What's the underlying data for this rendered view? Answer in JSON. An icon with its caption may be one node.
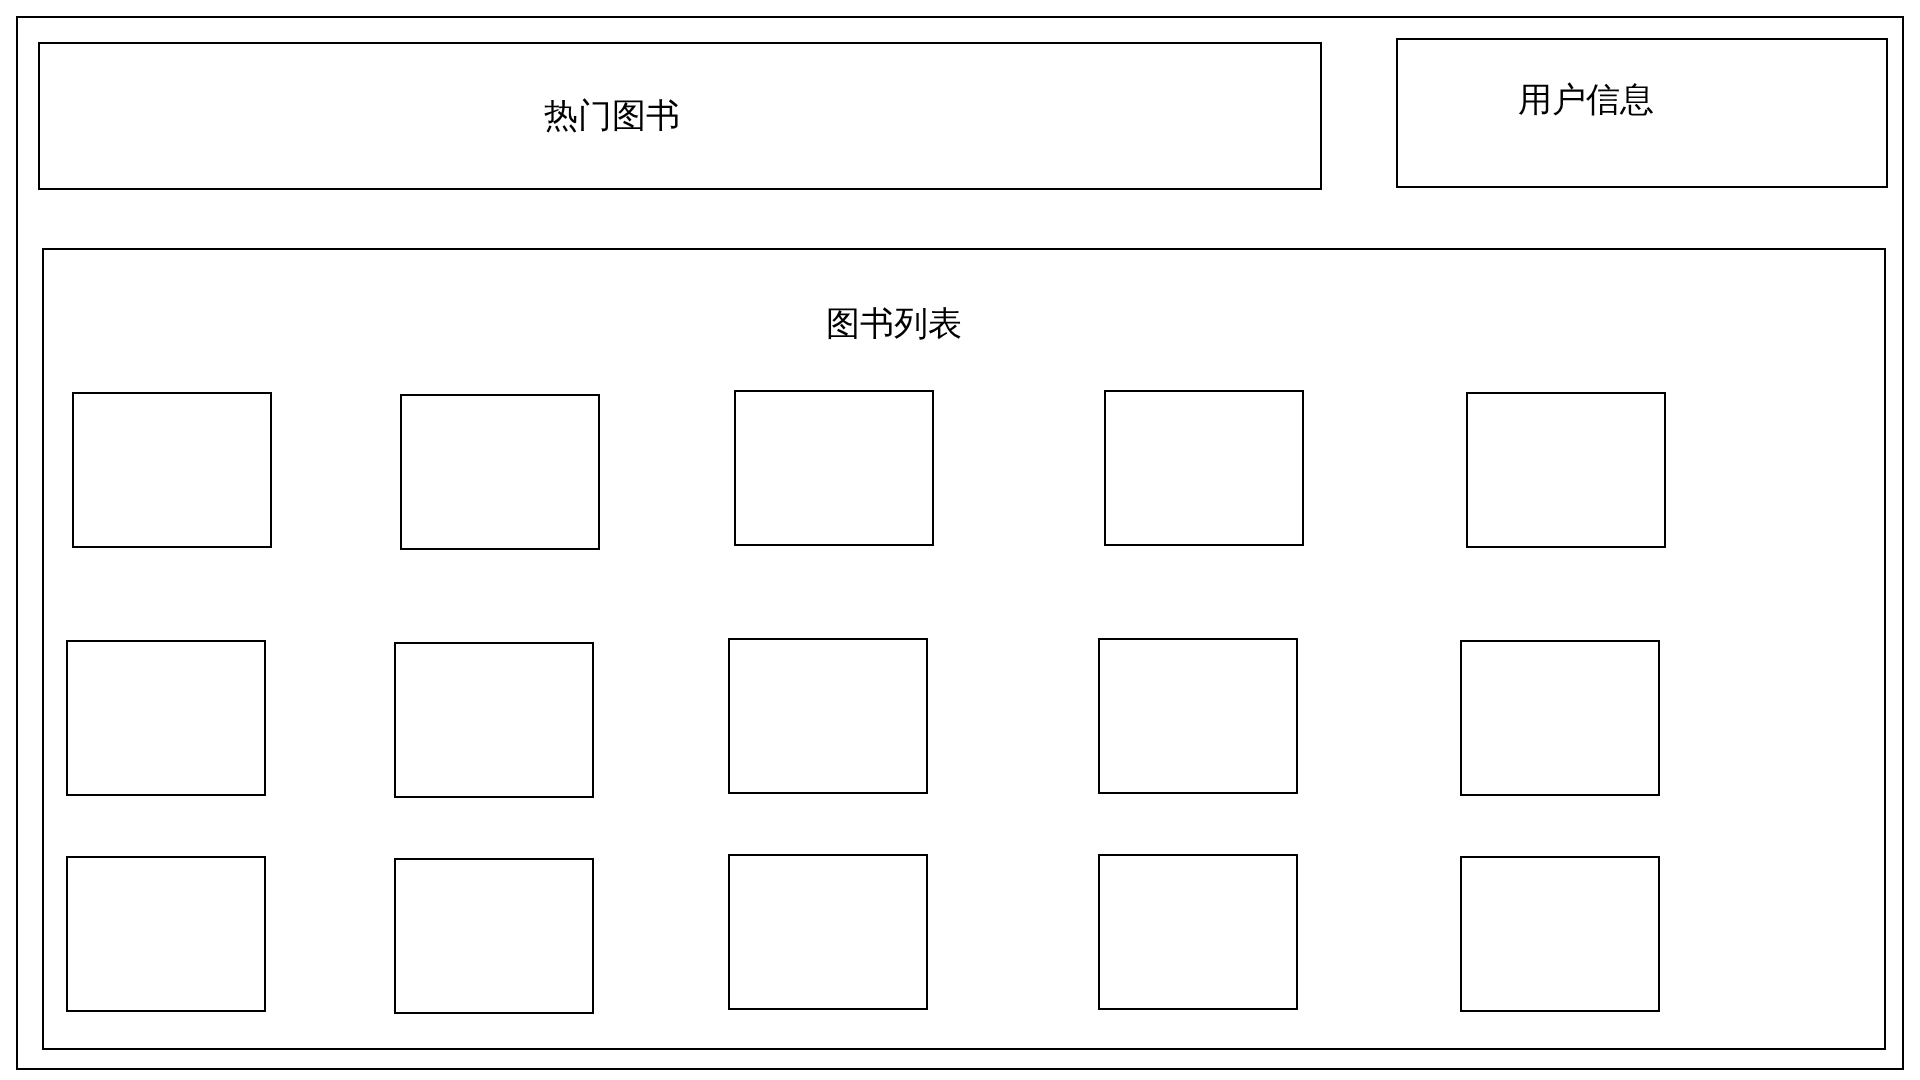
{
  "diagram": {
    "nodes": [
      {
        "text": [],
        "shape": "box"
      },
      {
        "text": [
          "热门图书"
        ],
        "in": 0
      },
      {
        "text": [
          "用户信息"
        ],
        "in": 0
      },
      {
        "text": [
          "图书列表"
        ],
        "in": 0
      },
      {
        "text": [],
        "shape": "box",
        "in": 3
      },
      {
        "text": [],
        "shape": "box",
        "in": 3
      },
      {
        "text": [],
        "shape": "box",
        "in": 3
      },
      {
        "text": [],
        "shape": "box",
        "in": 3
      },
      {
        "text": [],
        "shape": "box",
        "in": 3
      },
      {
        "text": [],
        "shape": "box",
        "in": 3
      },
      {
        "text": [],
        "shape": "box",
        "in": 3
      },
      {
        "text": [],
        "shape": "box",
        "in": 3
      },
      {
        "text": [],
        "shape": "box",
        "in": 3
      },
      {
        "text": [],
        "shape": "box",
        "in": 3
      },
      {
        "text": [],
        "shape": "box",
        "in": 3
      },
      {
        "text": [],
        "shape": "box",
        "in": 3
      },
      {
        "text": [],
        "shape": "box",
        "in": 3
      },
      {
        "text": [],
        "shape": "box",
        "in": 3
      },
      {
        "text": [],
        "shape": "box",
        "in": 3
      }
    ],
    "edges": []
  }
}
